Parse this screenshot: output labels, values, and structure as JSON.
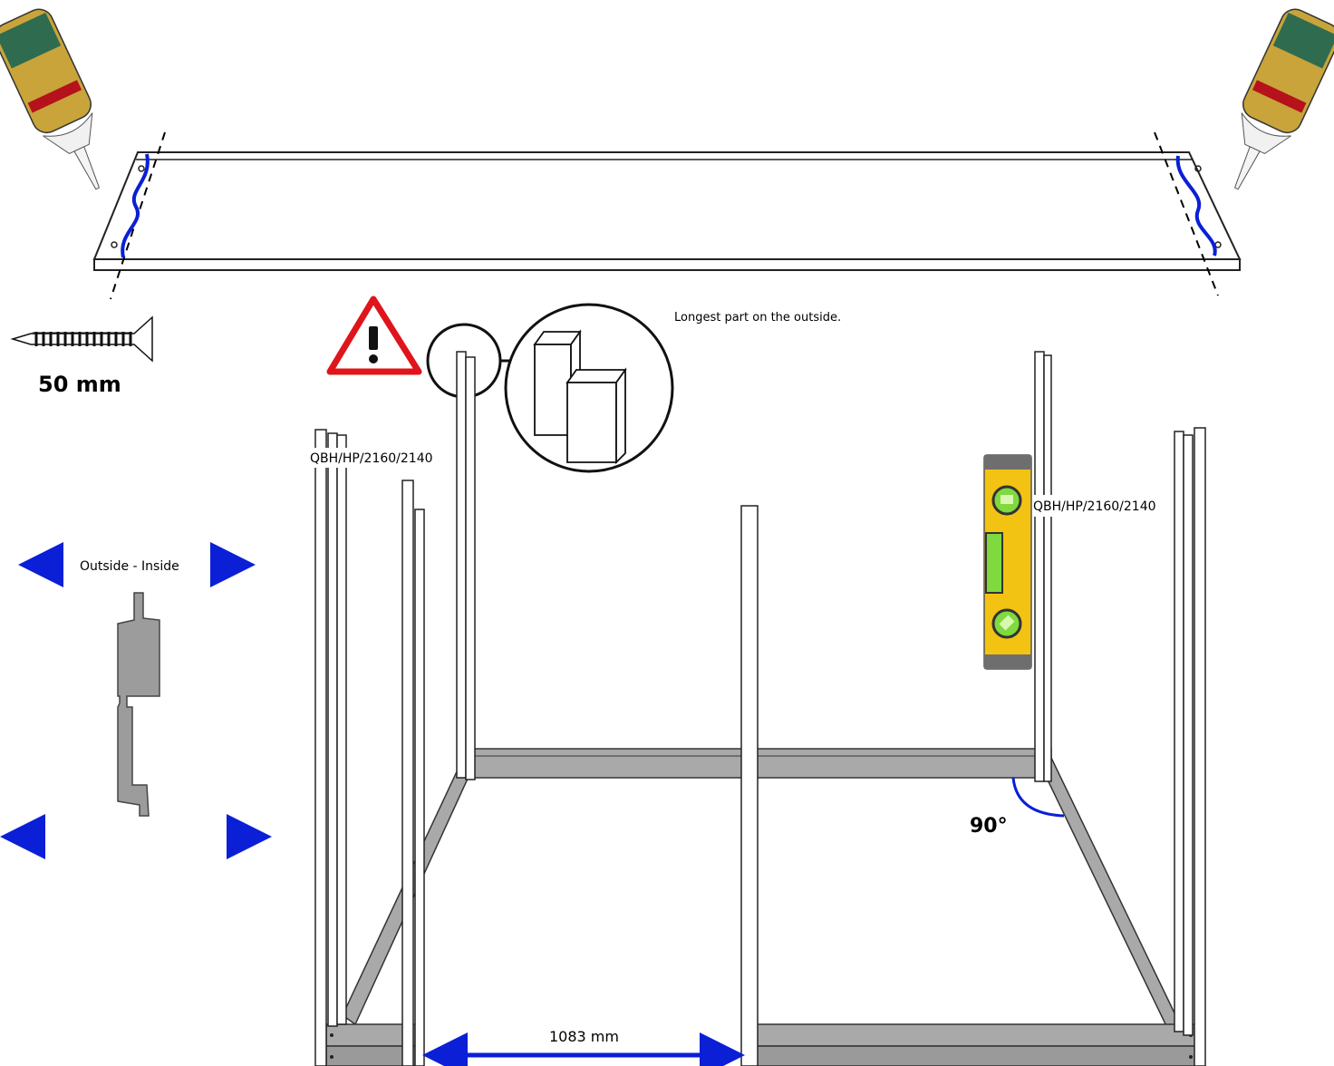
{
  "screw": {
    "length_label": "50 mm",
    "icon": "screw-icon"
  },
  "warning": {
    "icon": "warning-triangle-icon",
    "note": "Longest part on the outside."
  },
  "profile": {
    "orientation_label": "Outside - Inside",
    "icon": "board-profile-icon"
  },
  "posts": {
    "left_code": "QBH/HP/2160/2140",
    "right_code": "QBH/HP/2160/2140"
  },
  "angle": {
    "label": "90°"
  },
  "dimension": {
    "span_label": "1083 mm"
  },
  "icons": [
    "adhesive-bottle-icon",
    "spirit-level-icon",
    "detail-magnifier-icon"
  ],
  "colors": {
    "accent_blue": "#0a1fd6",
    "warning_red": "#e0141b",
    "beam_gray": "#a9a9a9",
    "level_yellow": "#f2c312"
  }
}
